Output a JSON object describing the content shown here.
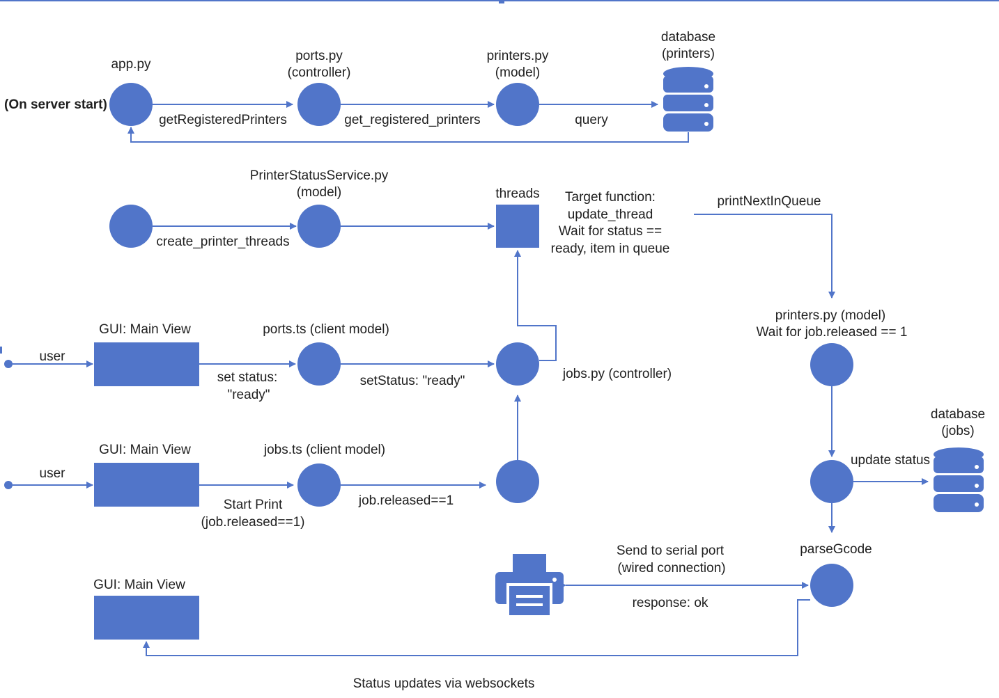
{
  "colors": {
    "accent": "#5175c9",
    "text": "#1f1f1f",
    "background": "#ffffff"
  },
  "icons": {
    "database": "database-icon",
    "printer": "printer-icon"
  },
  "labels": {
    "on_server_start": "(On server start)",
    "app_py": "app.py",
    "ports_py_1": "ports.py",
    "ports_py_2": "(controller)",
    "printers_py_1": "printers.py",
    "printers_py_2": "(model)",
    "db_printers_1": "database",
    "db_printers_2": "(printers)",
    "get_registered_printers_camel": "getRegisteredPrinters",
    "get_registered_printers_snake": "get_registered_printers",
    "query": "query",
    "printer_status_service_1": "PrinterStatusService.py",
    "printer_status_service_2": "(model)",
    "create_printer_threads": "create_printer_threads",
    "threads": "threads",
    "target_fn_1": "Target function:",
    "target_fn_2": "update_thread",
    "target_fn_3": "Wait for status ==",
    "target_fn_4": "ready, item in queue",
    "print_next_in_queue": "printNextInQueue",
    "printers_model_wait_1": "printers.py (model)",
    "printers_model_wait_2": "Wait for job.released == 1",
    "gui_main_view_1": "GUI: Main View",
    "user_1": "user",
    "ports_ts": "ports.ts (client model)",
    "set_status_1": "set status:",
    "set_status_2": "\"ready\"",
    "set_status_ready": "setStatus: \"ready\"",
    "jobs_py": "jobs.py (controller)",
    "gui_main_view_2": "GUI: Main View",
    "user_2": "user",
    "jobs_ts": "jobs.ts (client model)",
    "start_print_1": "Start Print",
    "start_print_2": "(job.released==1)",
    "job_released": "job.released==1",
    "db_jobs_1": "database",
    "db_jobs_2": "(jobs)",
    "update_status": "update status",
    "parse_gcode": "parseGcode",
    "send_serial_1": "Send to serial port",
    "send_serial_2": "(wired connection)",
    "response_ok": "response: ok",
    "gui_main_view_3": "GUI: Main View",
    "status_updates": "Status updates via websockets"
  }
}
